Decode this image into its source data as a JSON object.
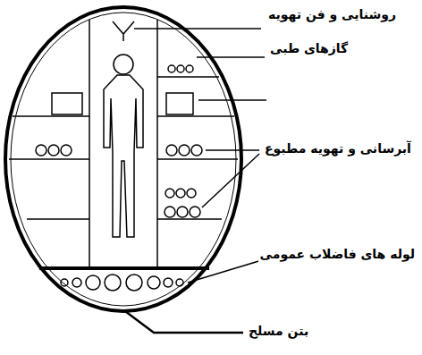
{
  "diagram": {
    "labels": [
      "روشنایی و فن تهویه",
      "گازهای طبی",
      "آبرسانی و تهویه مطبوع",
      "لوله های فاضلاب عمومی",
      "بتن مسلح"
    ]
  }
}
